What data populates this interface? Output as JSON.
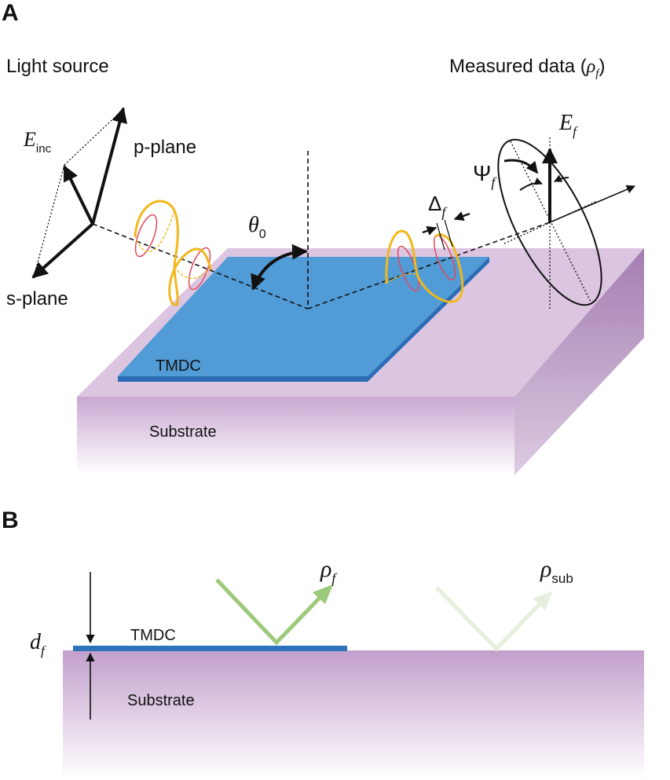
{
  "panel_a": {
    "label": "A",
    "light_source": "Light source",
    "measured_data": "Measured data (",
    "measured_symbol": "ρ",
    "measured_sub": "f",
    "measured_close": ")",
    "e_inc_main": "E",
    "e_inc_sub": "inc",
    "p_plane": "p-plane",
    "s_plane": "s-plane",
    "theta_main": "θ",
    "theta_sub": "0",
    "delta_main": "Δ",
    "delta_sub": "f",
    "psi_main": "Ψ",
    "psi_sub": "f",
    "e_f_main": "E",
    "e_f_sub": "f",
    "tmdc": "TMDC",
    "substrate": "Substrate"
  },
  "panel_b": {
    "label": "B",
    "rho_f_main": "ρ",
    "rho_f_sub": "f",
    "rho_sub_main": "ρ",
    "rho_sub_sub": "sub",
    "d_main": "d",
    "d_sub": "f",
    "tmdc": "TMDC",
    "substrate": "Substrate"
  },
  "colors": {
    "tmdc": "#4f97d3",
    "tmdc_edge": "#2a6db6",
    "substrate_top": "#dcc4e1",
    "substrate_front": "#c9a8d2",
    "substrate_side": "#a67fb2",
    "wave_yellow": "#f2b71c",
    "wave_red": "#e0485a",
    "beam_green": "#9cc97a",
    "beam_green_faint": "#e6eedb"
  }
}
